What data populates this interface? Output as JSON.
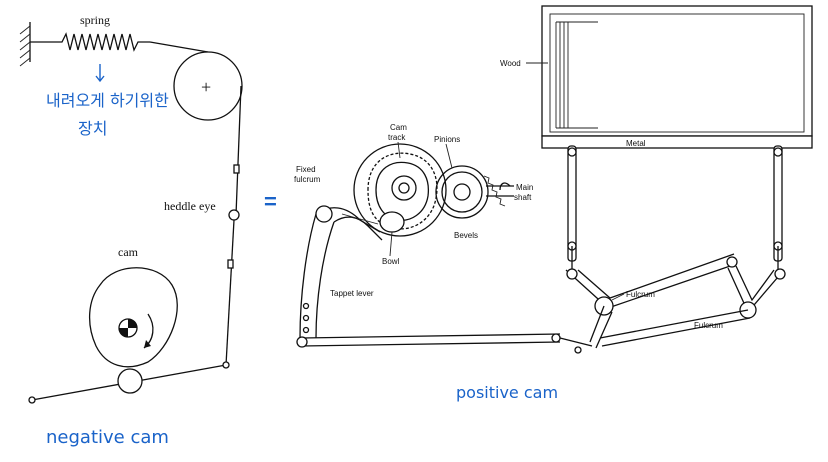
{
  "negative": {
    "spring_label": "spring",
    "pulley_symbol": "+",
    "heddle_label": "heddle eye",
    "cam_label": "cam",
    "annotation_line1": "내려오게 하기위한",
    "annotation_line2": "장치",
    "caption": "negative cam"
  },
  "equals_symbol": "=",
  "positive": {
    "wood_label": "Wood",
    "metal_label": "Metal",
    "cam_track_label_1": "Cam",
    "cam_track_label_2": "track",
    "pinions_label": "Pinions",
    "main_label": "Main",
    "shaft_label": "shaft",
    "fixed_label": "Fixed",
    "fulcrum_label": "fulcrum",
    "bevels_label": "Bevels",
    "bowl_label": "Bowl",
    "tappet_label": "Tappet lever",
    "fulcrum_right_label": "Fulcrum",
    "fulcrum_lower_label": "Fulcrum",
    "caption": "positive cam"
  },
  "colors": {
    "ink": "#111111",
    "annotation": "#1a63c9"
  }
}
